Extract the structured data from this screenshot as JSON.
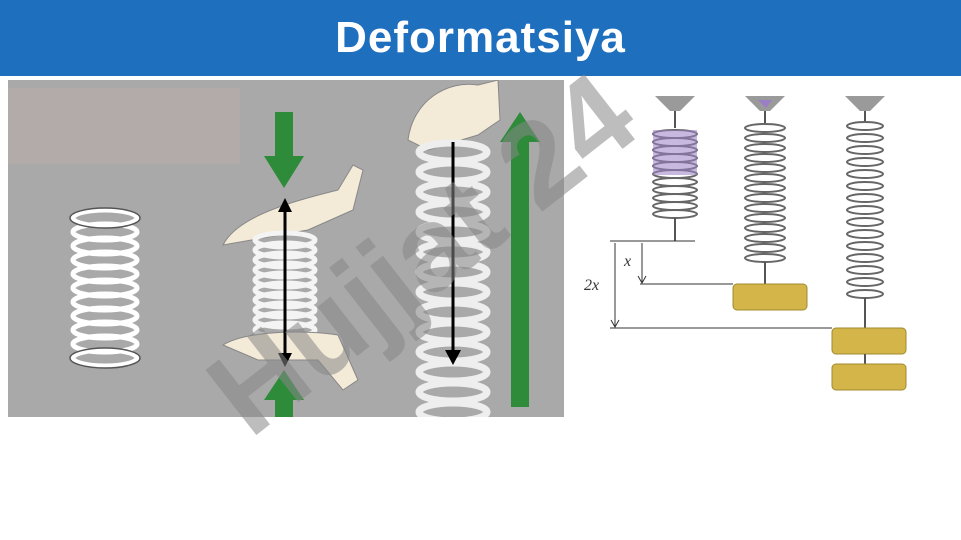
{
  "header": {
    "title": "Deformatsiya"
  },
  "figure": {
    "label_x": "x",
    "label_2x": "2x"
  },
  "watermark": {
    "text": "Hujjat 24"
  },
  "colors": {
    "header_bg": "#1f6fbf",
    "arrow_green": "#2e8b3a",
    "weight_gold": "#d4b54a",
    "spring_purple": "#9b7fc6",
    "watermark_purple": "#c6b4f0"
  }
}
